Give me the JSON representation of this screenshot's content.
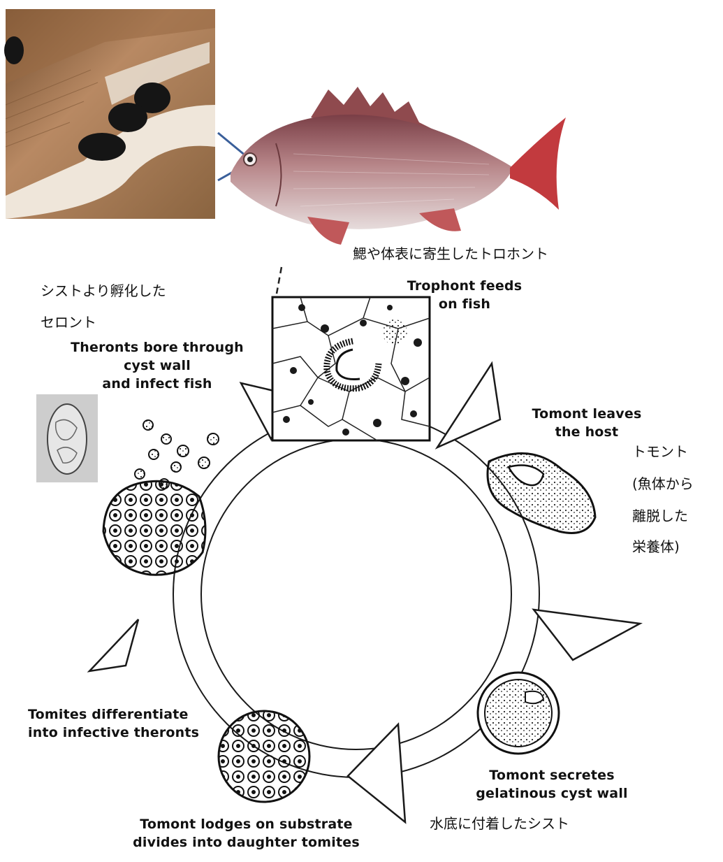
{
  "labels": {
    "troponto_jp": "鰓や体表に寄生したトロホント",
    "theront_jp_line1": "シストより孵化した",
    "theront_jp_line2": "セロント",
    "trophont_en_line1": "Trophont feeds",
    "trophont_en_line2": "on fish",
    "theronts_en_line1": "Theronts bore through",
    "theronts_en_line2": "cyst wall",
    "theronts_en_line3": "and infect fish",
    "tomont_leaves_line1": "Tomont leaves",
    "tomont_leaves_line2": "the host",
    "tomont_jp_line1": "トモント",
    "tomont_jp_line2": "(魚体から",
    "tomont_jp_line3": "離脱した",
    "tomont_jp_line4": "栄養体)",
    "tomites_line1": "Tomites differentiate",
    "tomites_line2": "into infective theronts",
    "secretes_line1": "Tomont secretes",
    "secretes_line2": "gelatinous cyst wall",
    "cyst_jp": "水底に付着したシスト",
    "lodges_line1": "Tomont lodges on substrate",
    "lodges_line2": "divides into daughter tomites"
  },
  "colors": {
    "pointer": "#3a5f9a",
    "fish_body": "#b0787a",
    "fish_fin": "#c23a3e",
    "gill_tissue": "#b58a63",
    "cyst_dark": "#151515"
  }
}
